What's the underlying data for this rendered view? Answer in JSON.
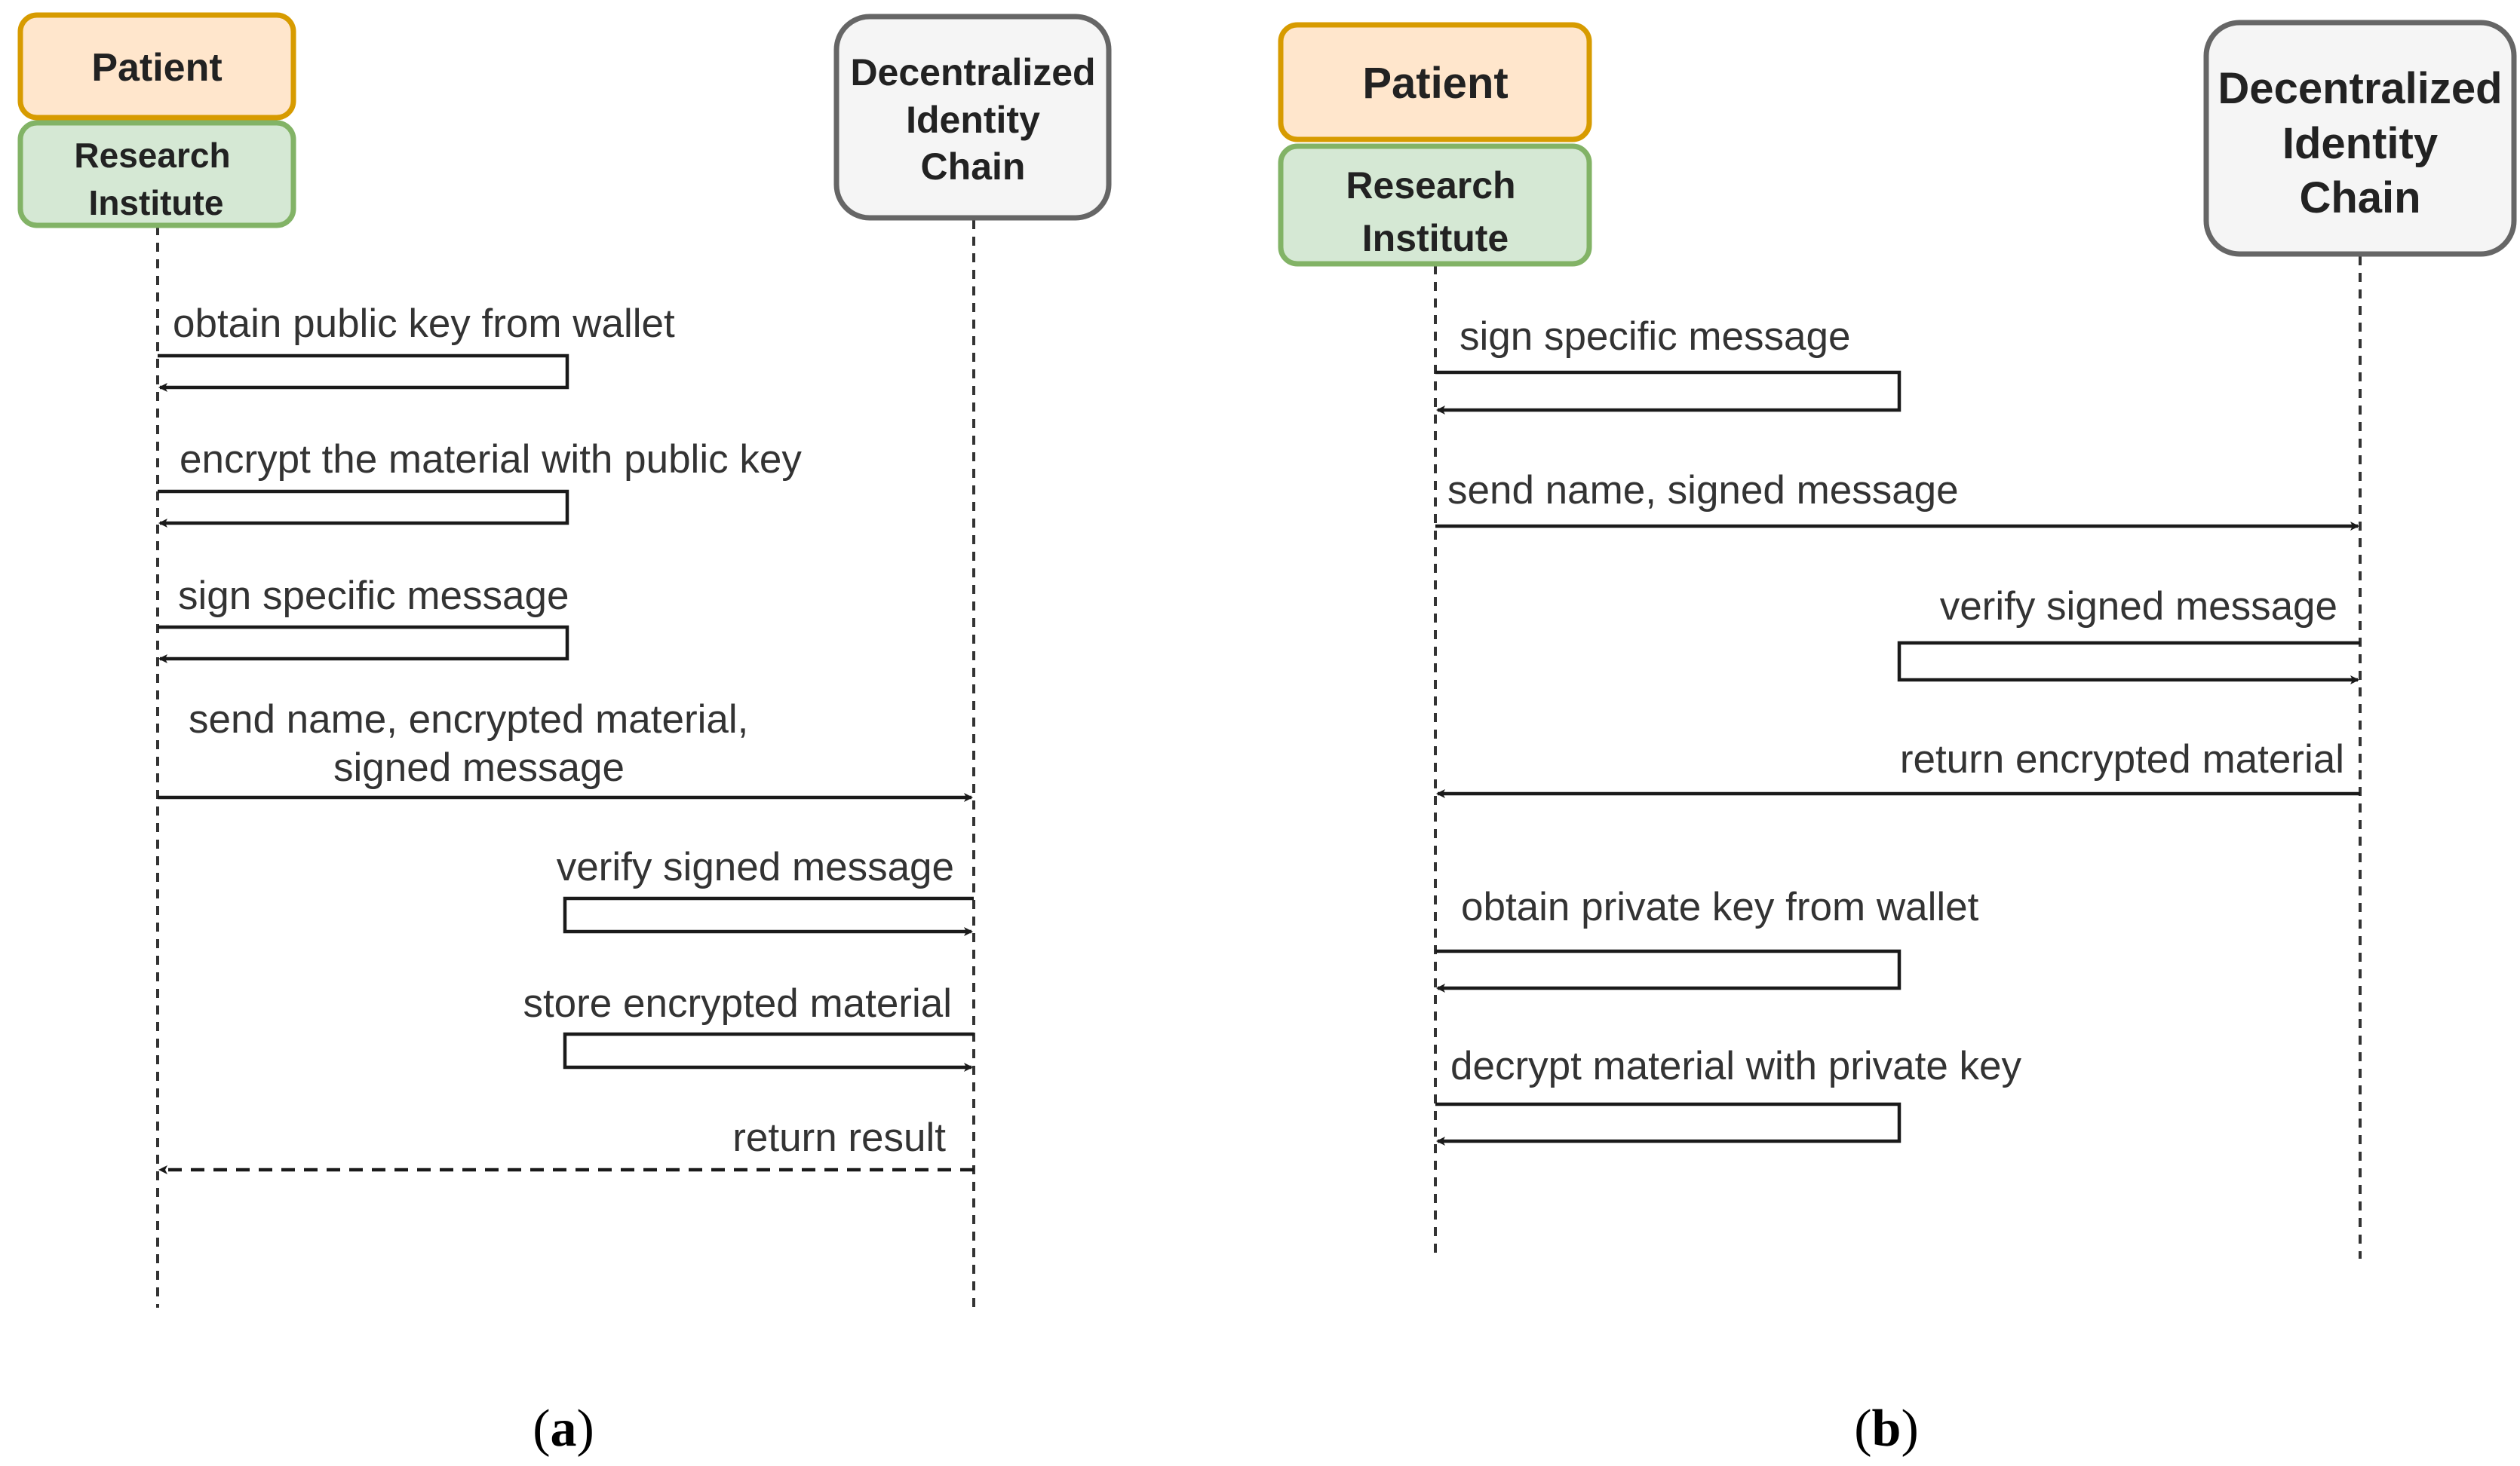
{
  "panel_a": {
    "caption": "(a)",
    "caption_letter": "a",
    "actors": {
      "patient": "Patient",
      "research_line1": "Research",
      "research_line2": "Institute",
      "chain_line1": "Decentralized",
      "chain_line2": "Identity",
      "chain_line3": "Chain"
    },
    "messages": [
      "obtain public key from wallet",
      "encrypt the material with public key",
      "sign specific message",
      "send name, encrypted material,",
      "signed message",
      "verify signed message",
      "store encrypted material",
      "return result"
    ]
  },
  "panel_b": {
    "caption": "(b)",
    "caption_letter": "b",
    "actors": {
      "patient": "Patient",
      "research_line1": "Research",
      "research_line2": "Institute",
      "chain_line1": "Decentralized",
      "chain_line2": "Identity",
      "chain_line3": "Chain"
    },
    "messages": [
      "sign specific message",
      "send name, signed message",
      "verify signed message",
      "return encrypted material",
      "obtain private key from wallet",
      "decrypt material with private key"
    ]
  },
  "colors": {
    "patient_fill": "#ffe6cc",
    "patient_border": "#d79b00",
    "research_fill": "#d5e8d4",
    "research_border": "#82b366",
    "chain_fill": "#f5f5f5",
    "chain_border": "#666666"
  }
}
